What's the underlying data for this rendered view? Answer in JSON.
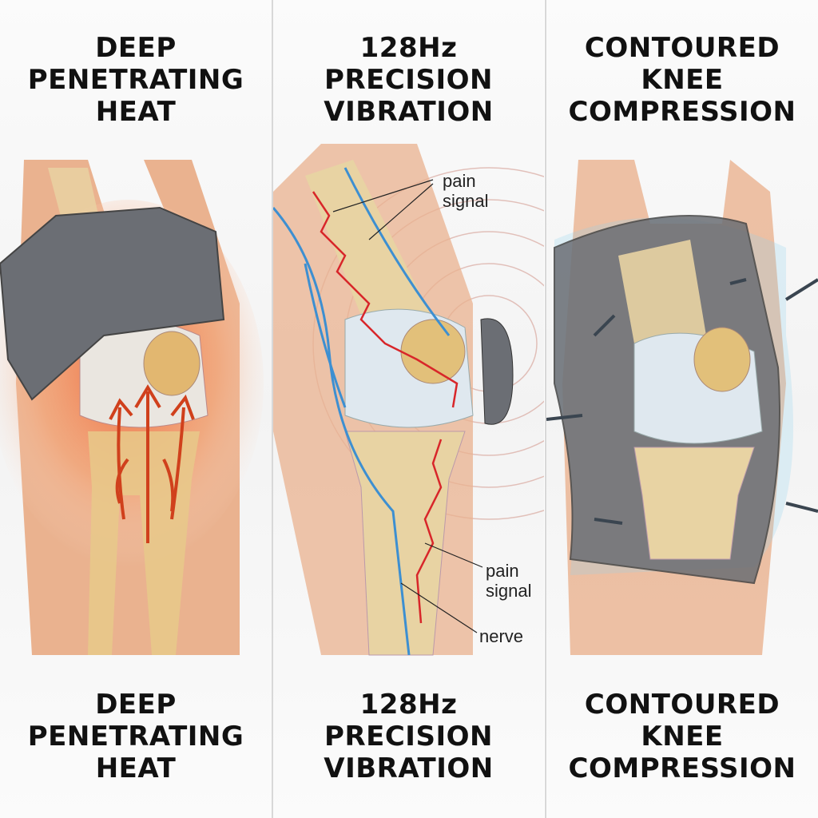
{
  "panels": [
    {
      "title_lines": [
        "DEEP",
        "PENETRATING",
        "HEAT"
      ]
    },
    {
      "title_lines": [
        "128Hz",
        "PRECISION",
        "VIBRATION"
      ],
      "labels": {
        "pain_signal_top": [
          "pain",
          "signal"
        ],
        "pain_signal_bottom": [
          "pain",
          "signal"
        ],
        "nerve": "nerve"
      }
    },
    {
      "title_lines": [
        "CONTOURED",
        "KNEE",
        "COMPRESSION"
      ]
    }
  ],
  "colors": {
    "heat": "#f0592a",
    "nerve": "#3d8fd1",
    "pain": "#d8262a",
    "sleeve": "#6b6e74",
    "bone": "#e8d3a3",
    "skin": "#eab28f",
    "compression_glow": "#8fd3f0"
  }
}
